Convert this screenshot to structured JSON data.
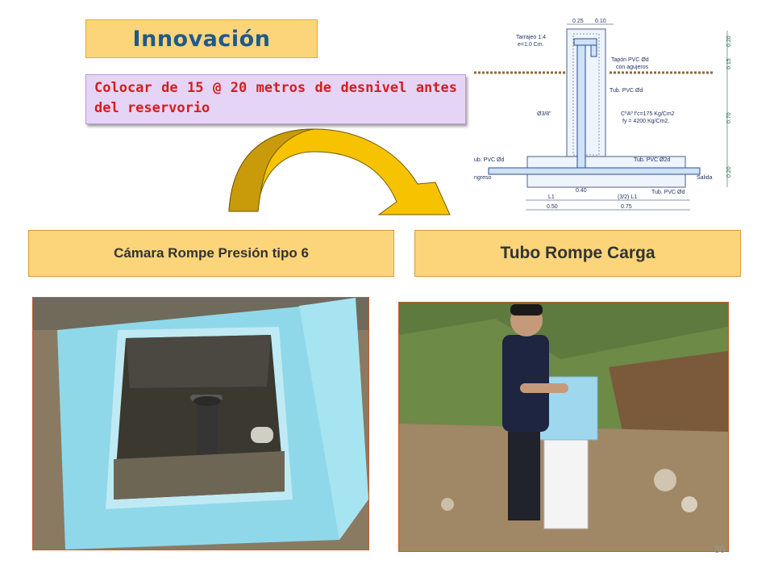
{
  "slide": {
    "title": "Innovación",
    "note": "Colocar de 15  @ 20 metros de desnivel antes del reservorio",
    "left_label": "Cámara Rompe Presión tipo 6",
    "right_label": "Tubo Rompe Carga",
    "page_number": "30"
  },
  "diagram": {
    "dim_top_1": "0.25",
    "dim_top_2": "0.10",
    "tarrajeo_1": "Tarrajeo 1:4",
    "tarrajeo_2": "e=1.0 Cm.",
    "tapon_1": "Tapón PVC Ød",
    "tapon_2": "con agujeros",
    "tub_pvc": "Tub. PVC Ød",
    "rebar": "Ø3/8\"",
    "concrete_1": "CºAº f'c=175 Kg/Cm2",
    "concrete_2": "fy = 4200 Kg/Cm2.",
    "inlet_pipe": "ub. PVC Ød",
    "inlet": "ngreso",
    "pipe_2d": "Tub. PVC Ø2d",
    "outlet": "Salida",
    "dim_040": "0.40",
    "pipe_bottom": "Tub. PVC Ød",
    "l1": "L1",
    "l1_32": "(3/2) L1",
    "dim_050": "0.50",
    "dim_075": "0.75",
    "v_020_top": "0.20",
    "v_015": "0.15",
    "v_070": "0.70",
    "v_020_bottom": "0.20"
  },
  "colors": {
    "title_text": "#1f5a88",
    "note_text": "#d41d1d",
    "label_fill": "#fcd57a",
    "arrow_fill": "#f7c200",
    "arrow_dark": "#c99a0a"
  }
}
